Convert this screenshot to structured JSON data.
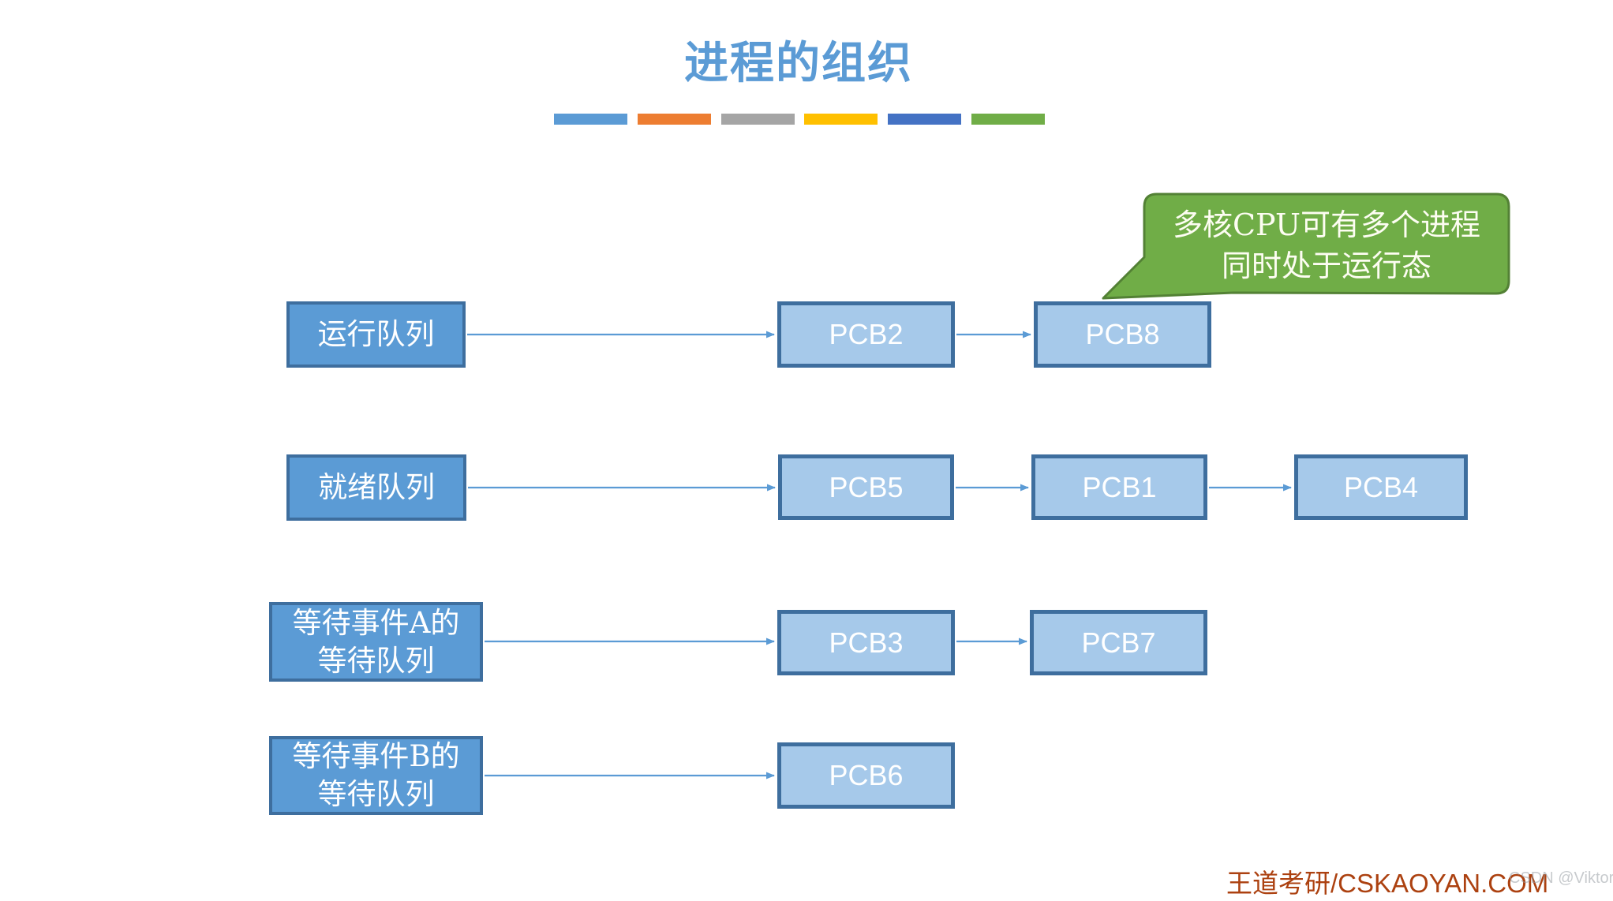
{
  "title": "进程的组织",
  "title_underline_colors": [
    "#5B9BD5",
    "#ED7D31",
    "#A5A5A5",
    "#FFC000",
    "#4472C4",
    "#70AD47"
  ],
  "callout": {
    "text": "多核CPU可有多个进程\n同时处于运行态",
    "fill": "#70AD47",
    "border": "#538135"
  },
  "queues": [
    {
      "label": "运行队列",
      "pcbs": [
        "PCB2",
        "PCB8"
      ]
    },
    {
      "label": "就绪队列",
      "pcbs": [
        "PCB5",
        "PCB1",
        "PCB4"
      ]
    },
    {
      "label": "等待事件A的\n等待队列",
      "pcbs": [
        "PCB3",
        "PCB7"
      ]
    },
    {
      "label": "等待事件B的\n等待队列",
      "pcbs": [
        "PCB6"
      ]
    }
  ],
  "colors": {
    "title": "#5B9BD5",
    "queue_box_fill": "#5B9BD5",
    "queue_box_border": "#3E6E9E",
    "pcb_box_fill": "#A6C9EA",
    "pcb_box_border": "#3E6E9E",
    "arrow": "#5B9BD5",
    "brand_text": "#AC4110"
  },
  "footer": {
    "brand": "王道考研/CSKAOYAN.COM",
    "watermark": "CSDN @Viktoriae"
  }
}
